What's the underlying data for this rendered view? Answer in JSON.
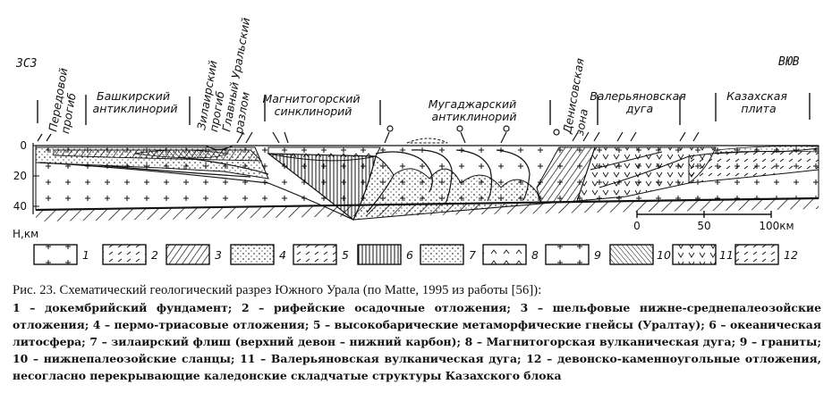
{
  "figure": {
    "direction_left": "ЗСЗ",
    "direction_right": "ВЮВ",
    "zones": [
      {
        "lines": [
          "Передовой",
          "прогиб"
        ]
      },
      {
        "lines": [
          "Башкирский",
          "антиклинорий"
        ]
      },
      {
        "lines": [
          "Зилаирский",
          "прогиб"
        ]
      },
      {
        "lines": [
          "Главный Уральский",
          "разлом"
        ]
      },
      {
        "lines": [
          "Магнитогорский",
          "синклинорий"
        ]
      },
      {
        "lines": [
          "Мугаджарский",
          "антиклинорий"
        ]
      },
      {
        "lines": [
          "Денисовская",
          "зона"
        ]
      },
      {
        "lines": [
          "Валерьяновская",
          "дуга"
        ]
      },
      {
        "lines": [
          "Казахская",
          "плита"
        ]
      }
    ],
    "depth_axis": {
      "ticks": [
        "0",
        "20",
        "40"
      ],
      "label": "Н,км"
    },
    "scale_bar": {
      "ticks": [
        "0",
        "50",
        "100км"
      ]
    },
    "legend": [
      "1",
      "2",
      "3",
      "4",
      "5",
      "6",
      "7",
      "8",
      "9",
      "10",
      "11",
      "12"
    ]
  },
  "caption": {
    "head": "Рис. 23. Схематический геологический разрез Южного Урала (по Matte, 1995 из работы [56]):",
    "body": "1 – докембрийский фундамент; 2 – рифейские осадочные отложения; 3 – шельфовые нижне-среднепалеозойские отложения; 4 – пермо-триасовые отложения; 5 – высокобарические метаморфические гнейсы (Уралтау); 6 – океаническая литосфера; 7 – зилаирский флиш (верхний девон – нижний карбон); 8 – Магнитогорская вулканическая дуга; 9 – граниты; 10 – нижнепалеозойские сланцы; 11 – Валерьяновская вулканическая дуга; 12 – девонско-каменноугольные отложения, несогласно перекрывающие каледонские складчатые структуры Казахского блока"
  }
}
